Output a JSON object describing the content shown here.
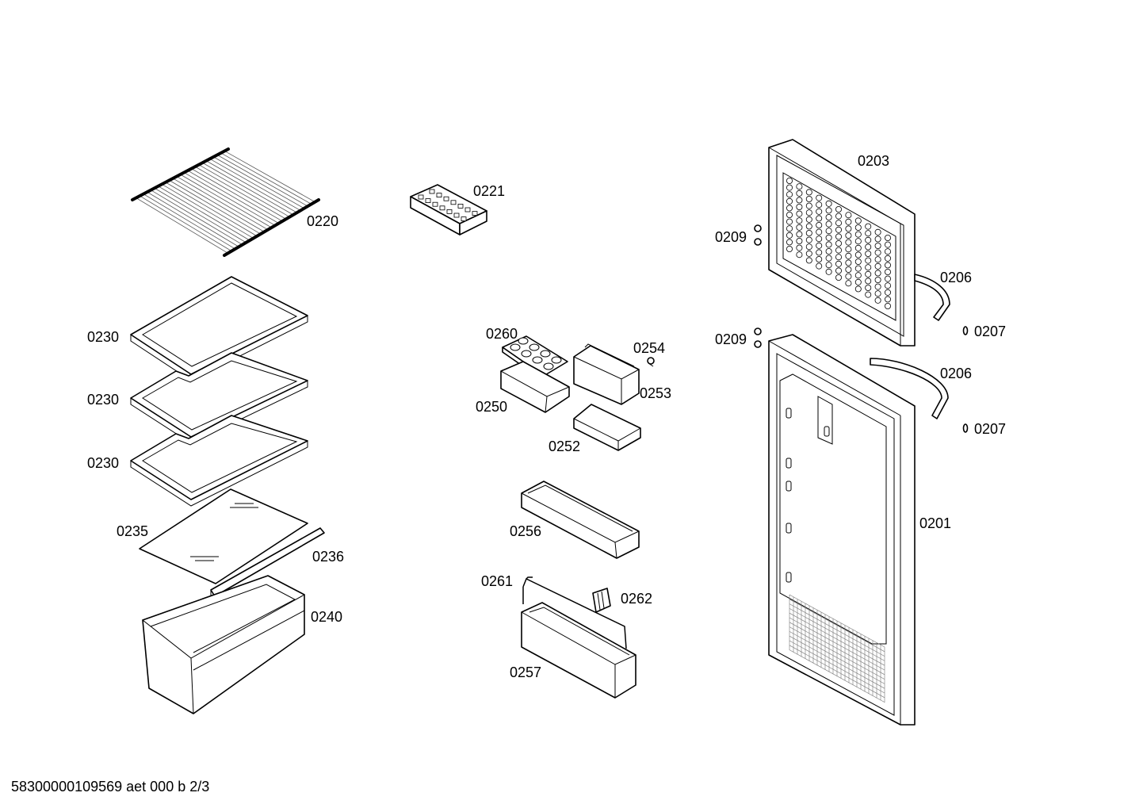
{
  "labels": {
    "p0220": "0220",
    "p0221": "0221",
    "p0230a": "0230",
    "p0230b": "0230",
    "p0230c": "0230",
    "p0235": "0235",
    "p0236": "0236",
    "p0240": "0240",
    "p0260": "0260",
    "p0254": "0254",
    "p0253": "0253",
    "p0250": "0250",
    "p0252": "0252",
    "p0256": "0256",
    "p0261": "0261",
    "p0262": "0262",
    "p0257": "0257",
    "p0203": "0203",
    "p0209a": "0209",
    "p0209b": "0209",
    "p0206a": "0206",
    "p0206b": "0206",
    "p0207a": "0207",
    "p0207b": "0207",
    "p0201": "0201"
  },
  "footer": "58300000109569 aet 000 b 2/3"
}
